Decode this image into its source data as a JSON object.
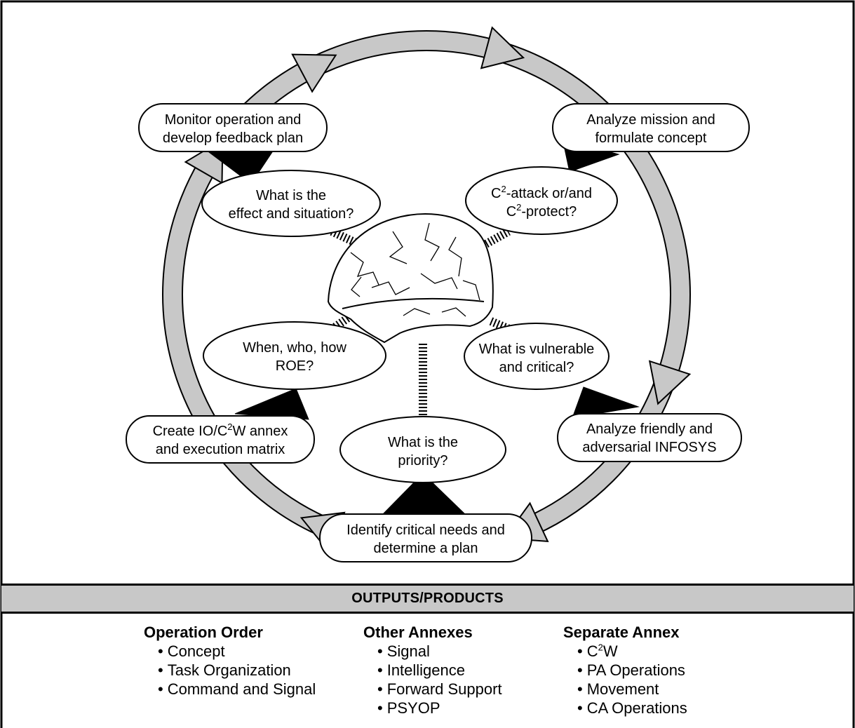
{
  "cycle_steps": {
    "monitor": {
      "line1": "Monitor operation and",
      "line2": "develop feedback plan"
    },
    "analyze_mission": {
      "line1": "Analyze mission and",
      "line2": "formulate concept"
    },
    "analyze_infosys": {
      "line1": "Analyze friendly and",
      "line2": "adversarial INFOSYS"
    },
    "identify": {
      "line1": "Identify critical needs and",
      "line2": "determine a plan"
    },
    "create": {
      "line1a": "Create IO/C",
      "line1sup": "2",
      "line1b": "W annex",
      "line2": "and execution matrix"
    }
  },
  "questions": {
    "effect": {
      "line1": "What is the",
      "line2": "effect and situation?"
    },
    "c2": {
      "line1a": "C",
      "line1sup": "2",
      "line1b": "-attack or/and",
      "line2a": "C",
      "line2sup": "2",
      "line2b": "-protect?"
    },
    "vulnerable": {
      "line1": "What is vulnerable",
      "line2": "and critical?"
    },
    "priority": {
      "line1": "What is the",
      "line2": "priority?"
    },
    "roe": {
      "line1": "When, who, how",
      "line2": "ROE?"
    }
  },
  "outputs": {
    "title": "OUTPUTS/PRODUCTS",
    "columns": [
      {
        "heading": "Operation Order",
        "items": [
          "Concept",
          "Task Organization",
          "Command and Signal"
        ]
      },
      {
        "heading": "Other Annexes",
        "items": [
          "Signal",
          "Intelligence",
          "Forward Support",
          "PSYOP"
        ]
      },
      {
        "heading": "Separate Annex",
        "items": [
          {
            "a": "C",
            "sup": "2",
            "b": "W"
          },
          {
            "a": "PA Operations"
          },
          {
            "a": "Movement"
          },
          {
            "a": "CA Operations"
          }
        ]
      }
    ]
  },
  "colors": {
    "ring": "#c8c8c8",
    "banner": "#c8c8c8",
    "stroke": "#000000",
    "fill": "#ffffff"
  },
  "icons": {
    "center": "helmet-icon"
  }
}
